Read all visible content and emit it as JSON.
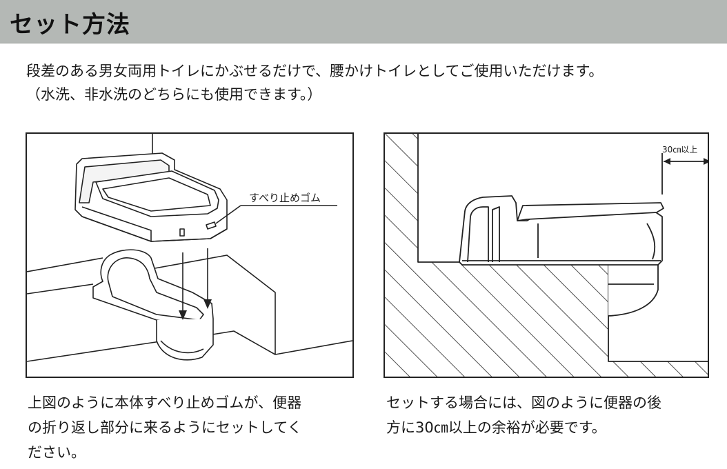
{
  "header": {
    "title": "セット方法"
  },
  "intro": {
    "line1": "段差のある男女両用トイレにかぶせるだけで、腰かけトイレとしてご使用いただけます。",
    "line2": "（水洗、非水洗のどちらにも使用できます。）"
  },
  "figure_left": {
    "label": "すべり止めゴム"
  },
  "figure_right": {
    "label": "30㎝以上"
  },
  "caption_left": {
    "line1": "上図のように本体すべり止めゴムが、便器",
    "line2": "の折り返し部分に来るようにセットしてく",
    "line3": "ださい。"
  },
  "caption_right": {
    "line1": "セットする場合には、図のように便器の後",
    "line2": "方に30㎝以上の余裕が必要です。"
  },
  "colors": {
    "header_bg": "#b4b8b5",
    "line": "#222222"
  }
}
